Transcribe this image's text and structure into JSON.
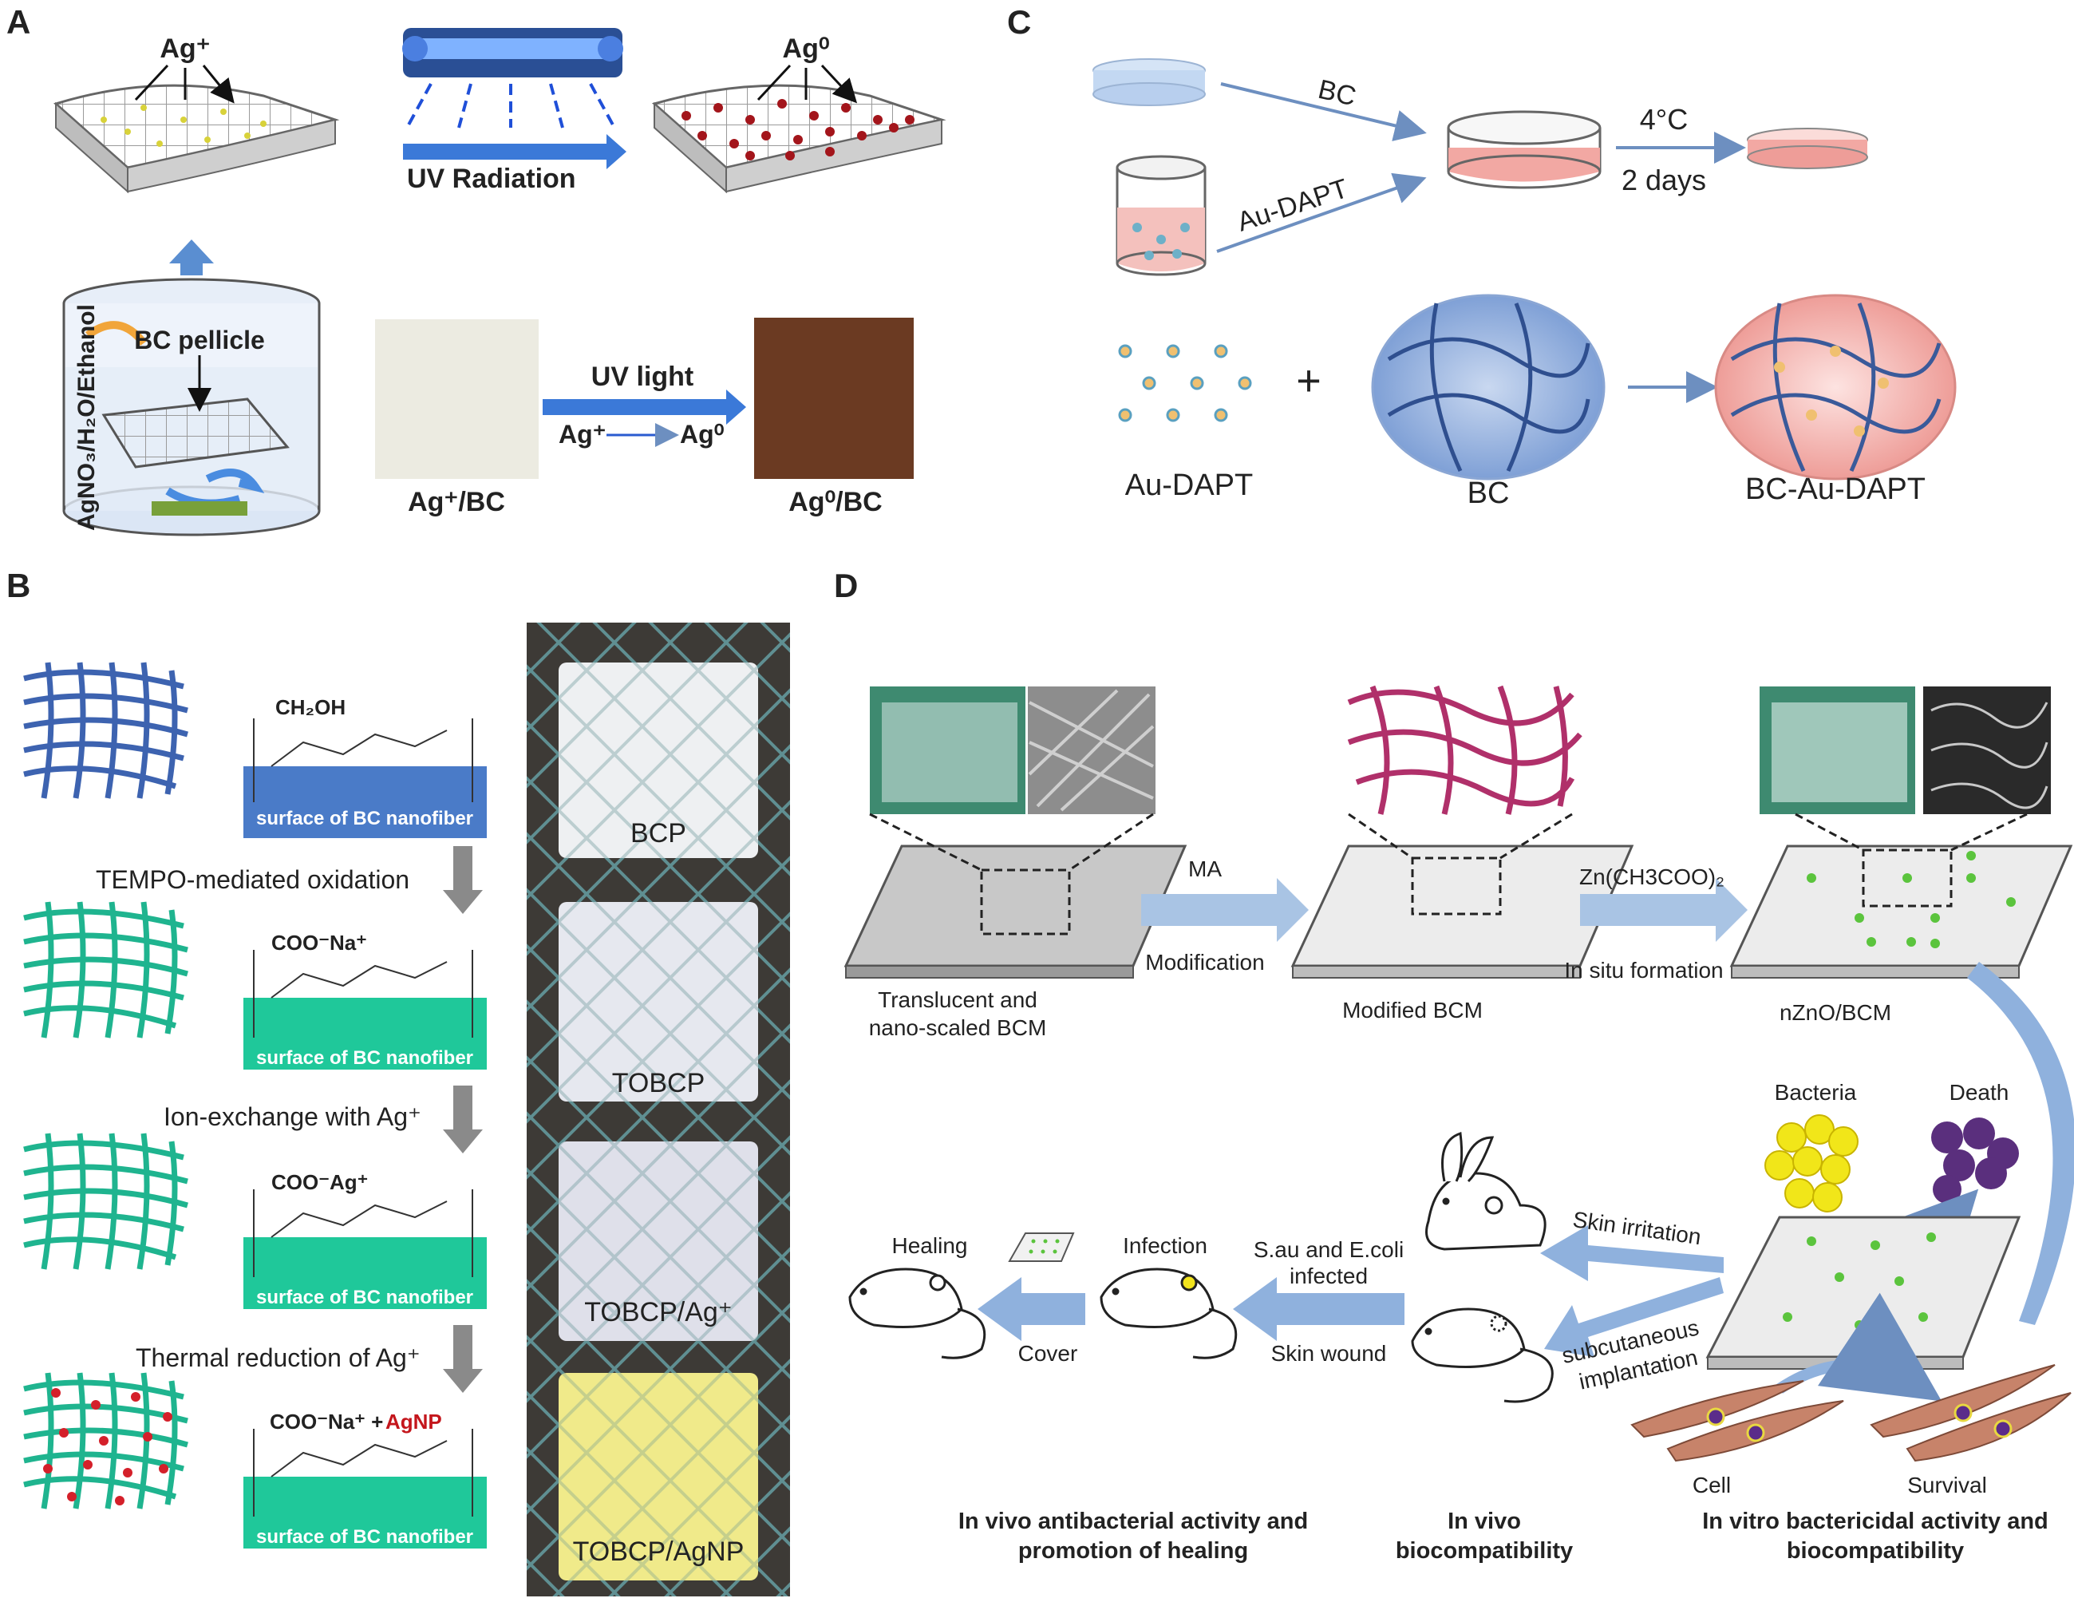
{
  "panels": {
    "A": {
      "letter": "A",
      "ag_ion": "Ag⁺",
      "ag_zero": "Ag⁰",
      "uv_radiation": "UV Radiation",
      "bc_pellicle": "BC pellicle",
      "solution": "AgNO₃/H₂O/Ethanol",
      "uv_light": "UV light",
      "reaction_from": "Ag⁺",
      "reaction_to": "Ag⁰",
      "sample_before": "Ag⁺/BC",
      "sample_after": "Ag⁰/BC"
    },
    "B": {
      "letter": "B",
      "group_ch2oh": "CH₂OH",
      "group_coona": "COO⁻Na⁺",
      "group_cooag": "COO⁻Ag⁺",
      "group_coona_np": "COO⁻Na⁺ +",
      "agnp": "AgNP",
      "surface": "surface of BC nanofiber",
      "step1": "TEMPO-mediated oxidation",
      "step2": "Ion-exchange with Ag⁺",
      "step3": "Thermal reduction of Ag⁺",
      "photo_labels": [
        "BCP",
        "TOBCP",
        "TOBCP/Ag⁺",
        "TOBCP/AgNP"
      ]
    },
    "C": {
      "letter": "C",
      "arrow_bc": "BC",
      "arrow_audapt": "Au-DAPT",
      "temp": "4°C",
      "time": "2 days",
      "label_audapt": "Au-DAPT",
      "label_bc": "BC",
      "label_product": "BC-Au-DAPT"
    },
    "D": {
      "letter": "D",
      "step_ma": "MA",
      "step_modification": "Modification",
      "step_zn": "Zn(CH3COO)₂",
      "step_insitu": "In situ formation",
      "bcm_line1": "Translucent and",
      "bcm_line2": "nano-scaled BCM",
      "modified": "Modified BCM",
      "nzno": "nZnO/BCM",
      "bacteria": "Bacteria",
      "death": "Death",
      "cell": "Cell",
      "survival": "Survival",
      "skin_irritation": "Skin irritation",
      "subcut1": "subcutaneous",
      "subcut2": "implantation",
      "infected1": "S.au and E.coli",
      "infected2": "infected",
      "skin_wound": "Skin wound",
      "healing": "Healing",
      "infection": "Infection",
      "cover": "Cover",
      "cap1_l1": "In vivo antibacterial activity and",
      "cap1_l2": "promotion of healing",
      "cap2_l1": "In vivo",
      "cap2_l2": "biocompatibility",
      "cap3_l1": "In vitro bactericidal activity and",
      "cap3_l2": "biocompatibility"
    }
  },
  "colors": {
    "arrow_blue": "#4f86c6",
    "bc_blue": "#3f6fb6",
    "bc_green": "#18c59a",
    "silver_red": "#b0161c",
    "mesh_gray": "#8a8a8a",
    "pink": "#f2b8b5",
    "light_arrow": "#a9c4e4"
  }
}
